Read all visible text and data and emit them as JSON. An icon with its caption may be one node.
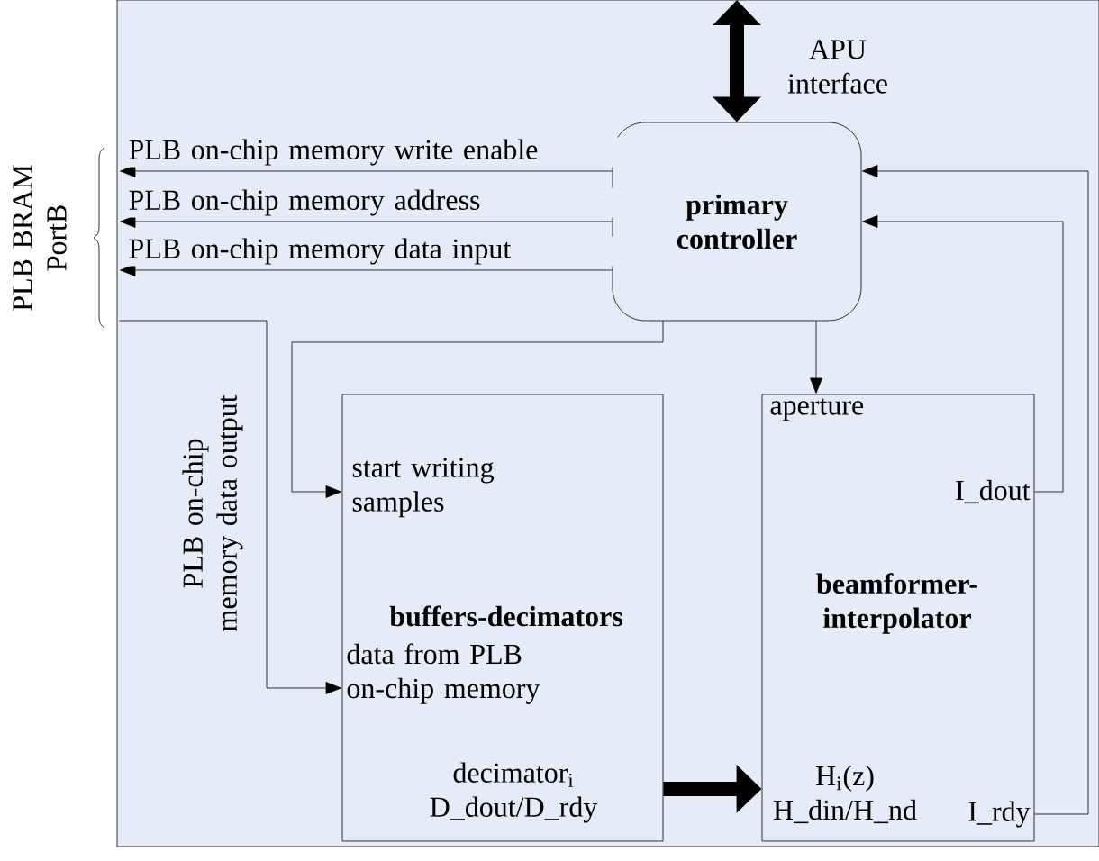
{
  "diagram": {
    "nodes": [
      {
        "text": [],
        "shape": "box"
      },
      {
        "text": [
          "primary controller"
        ],
        "in": 0
      },
      {
        "text": [
          "start writing samples",
          "buffers-decimators",
          "data from PLB on-chip memory",
          "decimator$_{i}$ D_dout/D_rdy"
        ],
        "in": 0
      },
      {
        "text": [
          "aperture",
          "I_dout",
          "beamformer-interpolator",
          "H$_{i}$(z) H_din/H_nd",
          "I_rdy"
        ],
        "in": 0
      },
      {
        "text": [
          "PLB BRAM PortB"
        ]
      }
    ],
    "edges": [
      {
        "from": 1,
        "to": 4,
        "arrow": "to",
        "label": "PLB on-chip memory write enable"
      },
      {
        "from": 1,
        "to": 4,
        "arrow": "to",
        "label": "PLB on-chip memory address"
      },
      {
        "from": 1,
        "to": 4,
        "arrow": "to",
        "label": "PLB on-chip memory data input"
      },
      {
        "from": 4,
        "to": 2,
        "arrow": "to",
        "label": "PLB on-chip memory data output"
      },
      {
        "from": 1,
        "to": 2,
        "arrow": "to"
      },
      {
        "from": 1,
        "to": 3,
        "arrow": "to"
      },
      {
        "from": 3,
        "to": 1,
        "arrow": "to"
      },
      {
        "from": 3,
        "to": 1,
        "arrow": "to"
      },
      {
        "from": 2,
        "to": 3,
        "arrow": "to",
        "style": "thick"
      },
      {
        "from": null,
        "to": 1,
        "arrow": "both",
        "style": "thick",
        "label": "APU interface"
      }
    ]
  }
}
